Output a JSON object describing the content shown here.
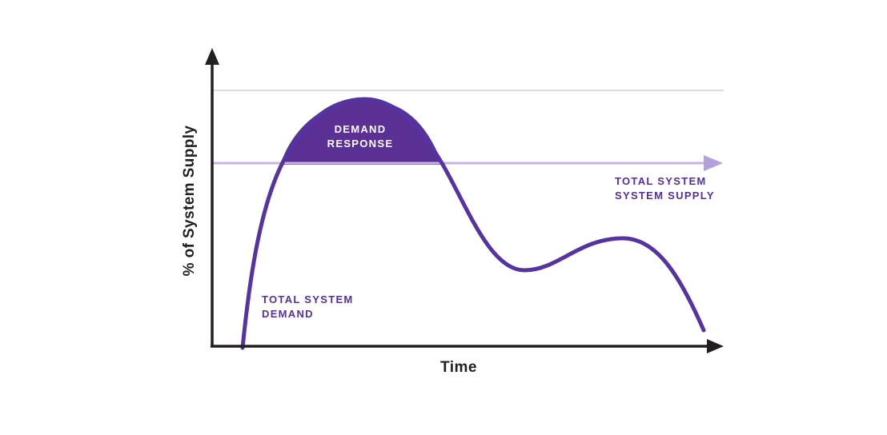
{
  "axes": {
    "x_label": "Time",
    "y_label": "% of System Supply"
  },
  "labels": {
    "demand_response": "DEMAND\nRESPONSE",
    "total_system_supply": "TOTAL SYSTEM\nSYSTEM SUPPLY",
    "total_system_demand": "TOTAL SYSTEM\nDEMAND"
  },
  "colors": {
    "axis": "#231f20",
    "demand_curve": "#5533a2",
    "demand_fill": "#5b3094",
    "supply_line": "#c5b5e6",
    "supply_arrow": "#b3a0dc",
    "reference_line": "#dcdcdc",
    "label_purple": "#54309b",
    "label_white": "#ffffff"
  },
  "chart_data": {
    "type": "area",
    "title": "",
    "xlabel": "Time",
    "ylabel": "% of System Supply",
    "x_axis": {
      "range": [
        0,
        10
      ],
      "ticks": "none",
      "arrow": true
    },
    "y_axis": {
      "range": [
        0,
        150
      ],
      "ticks": "none",
      "arrow": true
    },
    "grid": false,
    "legend_position": "inline-annotations",
    "series": [
      {
        "name": "Total System Demand",
        "style": "smooth curve",
        "x": [
          0.6,
          1.3,
          3.0,
          4.5,
          6.1,
          8.0,
          9.6
        ],
        "values": [
          0,
          100,
          134,
          100,
          42,
          58,
          9
        ]
      },
      {
        "name": "Total System Supply",
        "style": "horizontal arrow line",
        "value": 100
      },
      {
        "name": "Peak reference line",
        "style": "light gray horizontal line",
        "value": 140
      }
    ],
    "annotations": [
      {
        "text": "DEMAND RESPONSE",
        "meaning": "shaded area where demand exceeds supply",
        "approx_x": 3.0,
        "approx_y": 115
      },
      {
        "text": "TOTAL SYSTEM SYSTEM SUPPLY",
        "attached_to": "supply line",
        "approx_x": 8.2,
        "approx_y": 92
      },
      {
        "text": "TOTAL SYSTEM DEMAND",
        "attached_to": "demand curve",
        "approx_x": 1.0,
        "approx_y": 22
      }
    ]
  }
}
